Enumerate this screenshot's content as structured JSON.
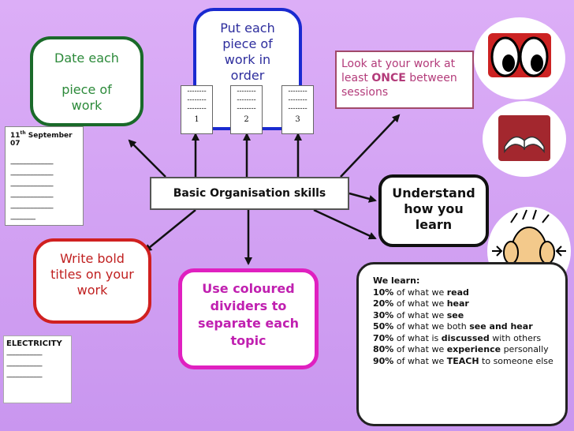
{
  "boxes": {
    "date": [
      "Date each",
      "",
      "piece of",
      "work"
    ],
    "order": [
      "Put each",
      "piece of",
      "work in",
      "order"
    ],
    "look": {
      "pre": "Look at your work at least ",
      "bold": "ONCE",
      "post": " between sessions"
    },
    "understand": [
      "Understand",
      "how you",
      "learn"
    ],
    "titles": [
      "Write bold",
      "titles on your",
      "work"
    ],
    "dividers": [
      "Use coloured",
      "dividers to",
      "separate each",
      "topic"
    ],
    "center": "Basic Organisation skills"
  },
  "date_note": {
    "day": "11",
    "sup": "th",
    "rest": " September 07",
    "lines": [
      "------------------------",
      "------------------------",
      "------------------------",
      "------------------------",
      "------------------------",
      "--------------"
    ]
  },
  "elec_note": {
    "title": "ELECTRICITY",
    "lines": [
      "--------------------",
      "--------------------",
      "--------------------"
    ]
  },
  "pages": [
    {
      "lines": [
        "--------",
        "--------",
        "--------"
      ],
      "num": "1"
    },
    {
      "lines": [
        "--------",
        "--------",
        "--------"
      ],
      "num": "2"
    },
    {
      "lines": [
        "--------",
        "--------",
        "--------"
      ],
      "num": "3"
    }
  ],
  "learn": {
    "heading": "We learn:",
    "rows": [
      {
        "pct": "10%",
        "pre": " of what we ",
        "bold": "read",
        "post": ""
      },
      {
        "pct": "20%",
        "pre": " of what we ",
        "bold": "hear",
        "post": ""
      },
      {
        "pct": "30%",
        "pre": " of what we ",
        "bold": "see",
        "post": ""
      },
      {
        "pct": "50%",
        "pre": " of what we both ",
        "bold": "see and hear",
        "post": ""
      },
      {
        "pct": "70%",
        "pre": " of what is ",
        "bold": "discussed",
        "post": " with others"
      },
      {
        "pct": "80%",
        "pre": " of what we ",
        "bold": "experience",
        "post": " personally"
      },
      {
        "pct": "90%",
        "pre": " of what we ",
        "bold": "TEACH",
        "post": " to someone else"
      }
    ]
  },
  "colors": {
    "background": "#d9a8f5",
    "green": "#1a6a2a",
    "blue": "#1a2ad0",
    "red": "#d02020",
    "pink": "#e020c0",
    "mauve": "#a14a6a"
  },
  "icons": [
    "eyes-icon",
    "open-book-icon",
    "listening-face-icon"
  ]
}
